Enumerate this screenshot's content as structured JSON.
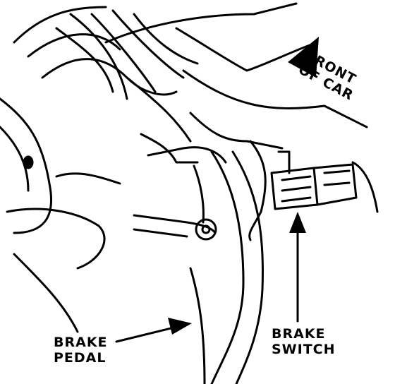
{
  "labels": {
    "brake_pedal": [
      "BRAKE",
      "PEDAL"
    ],
    "brake_switch": [
      "BRAKE",
      "SWITCH"
    ],
    "front_of_car": [
      "FRONT",
      "OF CAR"
    ]
  },
  "colors": {
    "ink": "#000000",
    "paper": "#ffffff"
  }
}
